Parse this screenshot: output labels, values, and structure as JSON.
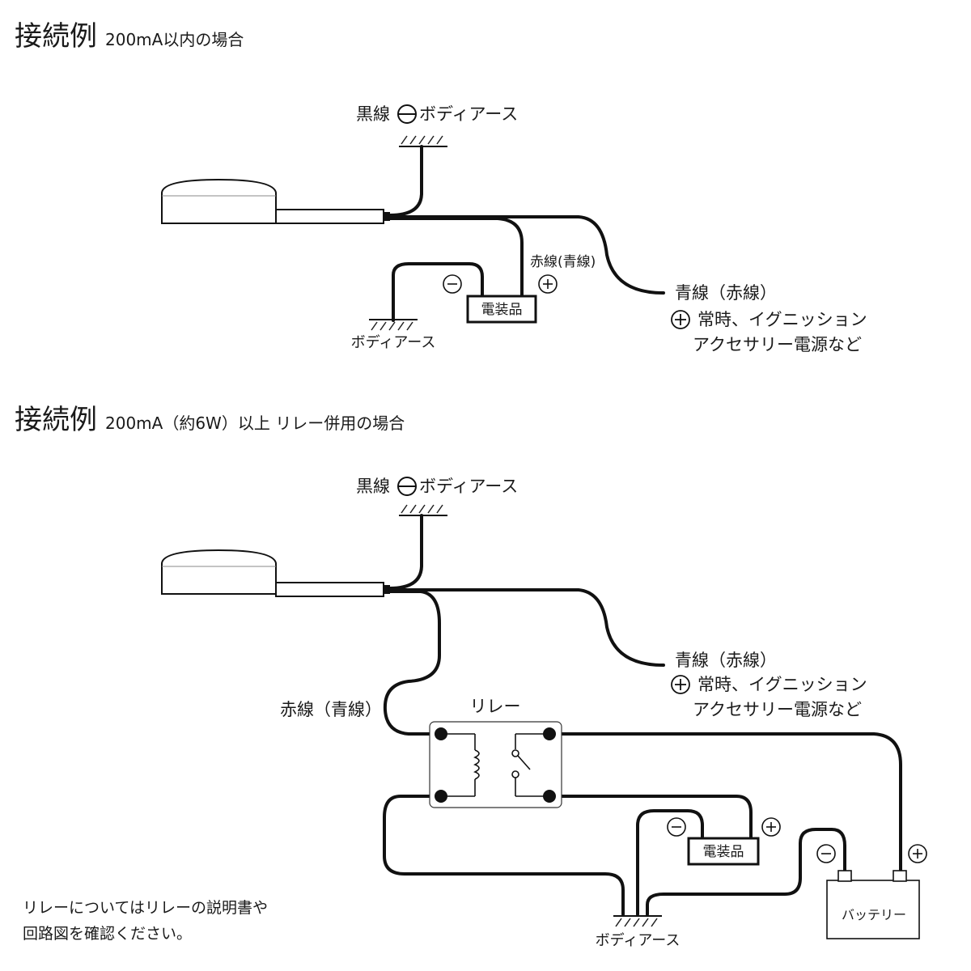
{
  "section1": {
    "heading": "接続例",
    "subheading": "200mA以内の場合",
    "black_wire_label": "黒線",
    "black_wire_label_suffix": "ボディアース",
    "red_wire_label": "赤線(青線)",
    "equipment_label": "電装品",
    "ground_label": "ボディアース",
    "blue_wire_label": "青線（赤線）",
    "blue_wire_desc1": "常時、イグニッション",
    "blue_wire_desc2": "アクセサリー電源など"
  },
  "section2": {
    "heading": "接続例",
    "subheading": "200mA（約6W）以上 リレー併用の場合",
    "black_wire_label": "黒線",
    "black_wire_label_suffix": "ボディアース",
    "blue_wire_label": "青線（赤線）",
    "blue_wire_desc1": "常時、イグニッション",
    "blue_wire_desc2": "アクセサリー電源など",
    "red_wire_label": "赤線（青線）",
    "relay_label": "リレー",
    "equipment_label": "電装品",
    "battery_label": "バッテリー",
    "ground_label": "ボディアース",
    "note_line1": "リレーについてはリレーの説明書や",
    "note_line2": "回路図を確認ください。"
  },
  "symbols": {
    "minus": "−",
    "plus": "+"
  }
}
